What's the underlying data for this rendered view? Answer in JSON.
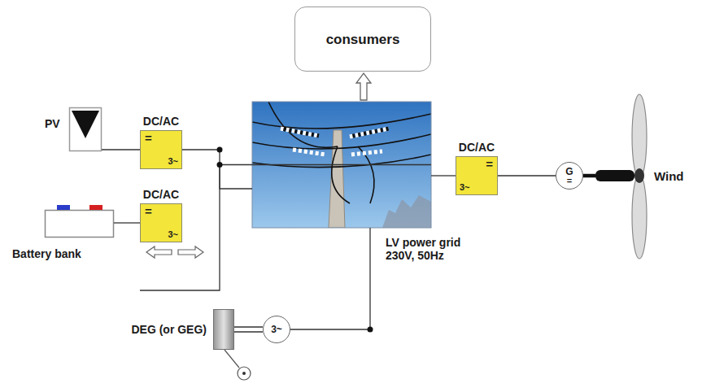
{
  "diagram": {
    "nodes": [
      {
        "text": [
          "consumers"
        ]
      },
      {
        "text": [
          "PV"
        ]
      },
      {
        "text": [
          "DC/AC",
          "=",
          "3~"
        ]
      },
      {
        "text": [
          "Battery bank"
        ]
      },
      {
        "text": [
          "DC/AC",
          "=",
          "3~"
        ]
      },
      {
        "text": [
          "LV power grid 230V, 50Hz"
        ]
      },
      {
        "text": [
          "DC/AC",
          "=",
          "3~"
        ]
      },
      {
        "text": [
          "G",
          "="
        ]
      },
      {
        "text": [
          "Wind"
        ]
      },
      {
        "text": [
          "DEG (or GEG)"
        ]
      },
      {
        "text": [
          "3~"
        ]
      }
    ],
    "edges": [
      {
        "from": 1,
        "to": 2,
        "arrow": "none"
      },
      {
        "from": 2,
        "to": 5,
        "arrow": "none"
      },
      {
        "from": 3,
        "to": 4,
        "arrow": "none"
      },
      {
        "from": 4,
        "to": 5,
        "arrow": "none"
      },
      {
        "from": 5,
        "to": 0,
        "arrow": "to"
      },
      {
        "from": 6,
        "to": 5,
        "arrow": "none"
      },
      {
        "from": 7,
        "to": 6,
        "arrow": "none"
      },
      {
        "from": 8,
        "to": 7,
        "arrow": "none"
      },
      {
        "from": 9,
        "to": 10,
        "arrow": "none"
      },
      {
        "from": 10,
        "to": 5,
        "arrow": "none"
      }
    ]
  }
}
